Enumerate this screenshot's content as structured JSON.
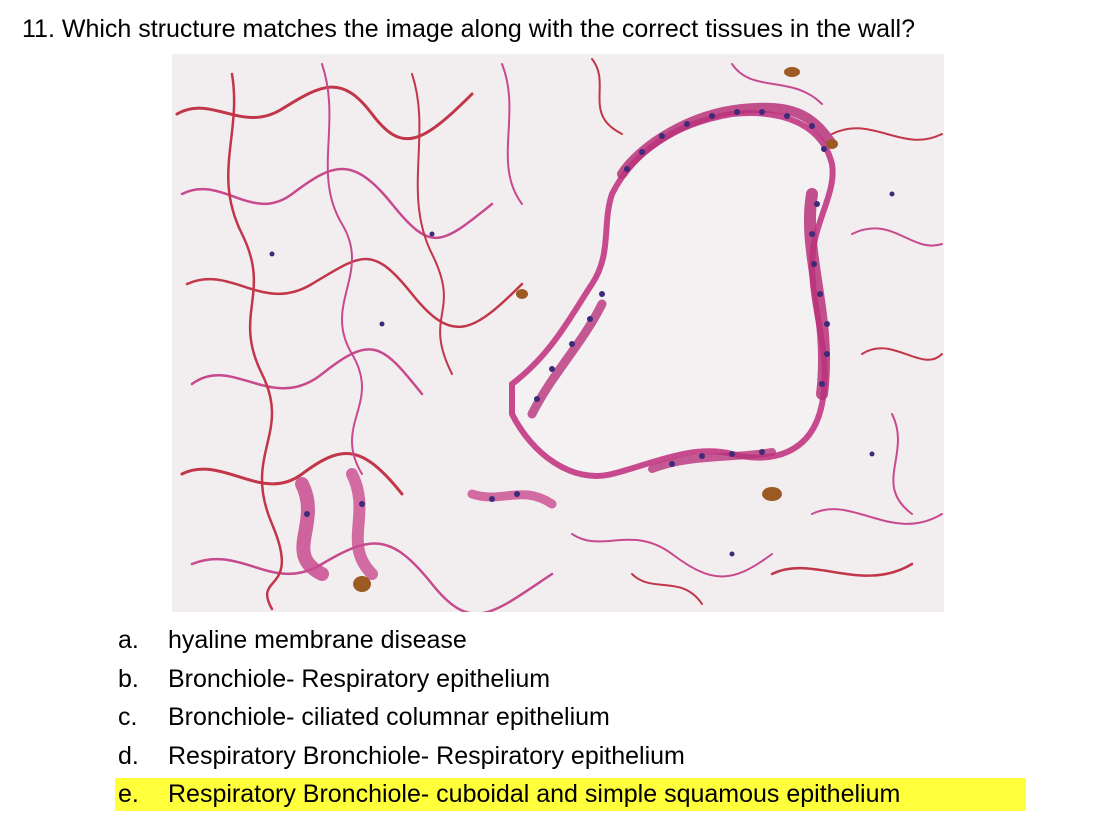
{
  "question": {
    "text": "11. Which structure matches the image along with the correct tissues in the wall?"
  },
  "figure": {
    "icon": "lung-histology-micrograph",
    "colors": {
      "background": "#f2eef0",
      "tissue_pink": "#c84a8e",
      "tissue_red": "#c2364a",
      "nuclei": "#3d2a7a",
      "pigment": "#9a5a22"
    }
  },
  "options": [
    {
      "marker": "a.",
      "text": "hyaline membrane disease",
      "highlighted": false
    },
    {
      "marker": "b.",
      "text": "Bronchiole- Respiratory epithelium",
      "highlighted": false
    },
    {
      "marker": "c.",
      "text": "Bronchiole- ciliated columnar epithelium",
      "highlighted": false
    },
    {
      "marker": "d.",
      "text": "Respiratory Bronchiole- Respiratory epithelium",
      "highlighted": false
    },
    {
      "marker": "e.",
      "text": "Respiratory Bronchiole- cuboidal and simple squamous epithelium",
      "highlighted": true
    }
  ],
  "highlight_color": "#ffff3c"
}
